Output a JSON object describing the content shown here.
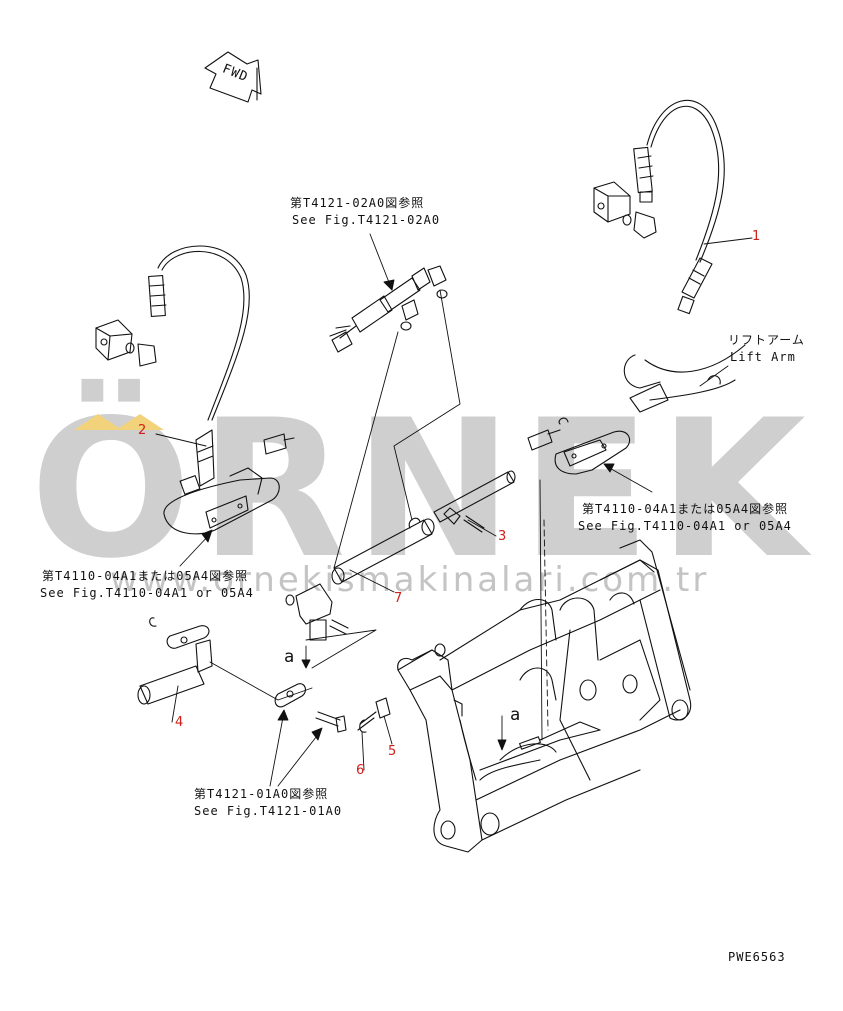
{
  "diagram": {
    "direction_tag": "FWD",
    "refs": {
      "t4121_02a0_jp": "第T4121-02A0図参照",
      "t4121_02a0_en": "See Fig.T4121-02A0",
      "t4110_right_jp": "第T4110-04A1または05A4図参照",
      "t4110_right_en": "See Fig.T4110-04A1 or 05A4",
      "t4110_left_jp": "第T4110-04A1または05A4図参照",
      "t4110_left_en": "See Fig.T4110-04A1 or 05A4",
      "t4121_01a0_jp": "第T4121-01A0図参照",
      "t4121_01a0_en": "See Fig.T4121-01A0"
    },
    "lift_arm_jp": "リフトアーム",
    "lift_arm_en": "Lift Arm",
    "callouts": [
      "1",
      "2",
      "3",
      "4",
      "5",
      "6",
      "7"
    ],
    "view_marker": "a",
    "drawing_code": "PWE6563"
  },
  "watermark": {
    "brand": "ÖRNEK",
    "url": "www.ornekismakinalari.com.tr"
  },
  "colors": {
    "callout": "#d0201a",
    "line": "#111111",
    "watermark": "#bdbdbd",
    "accent": "#f2d27a"
  }
}
